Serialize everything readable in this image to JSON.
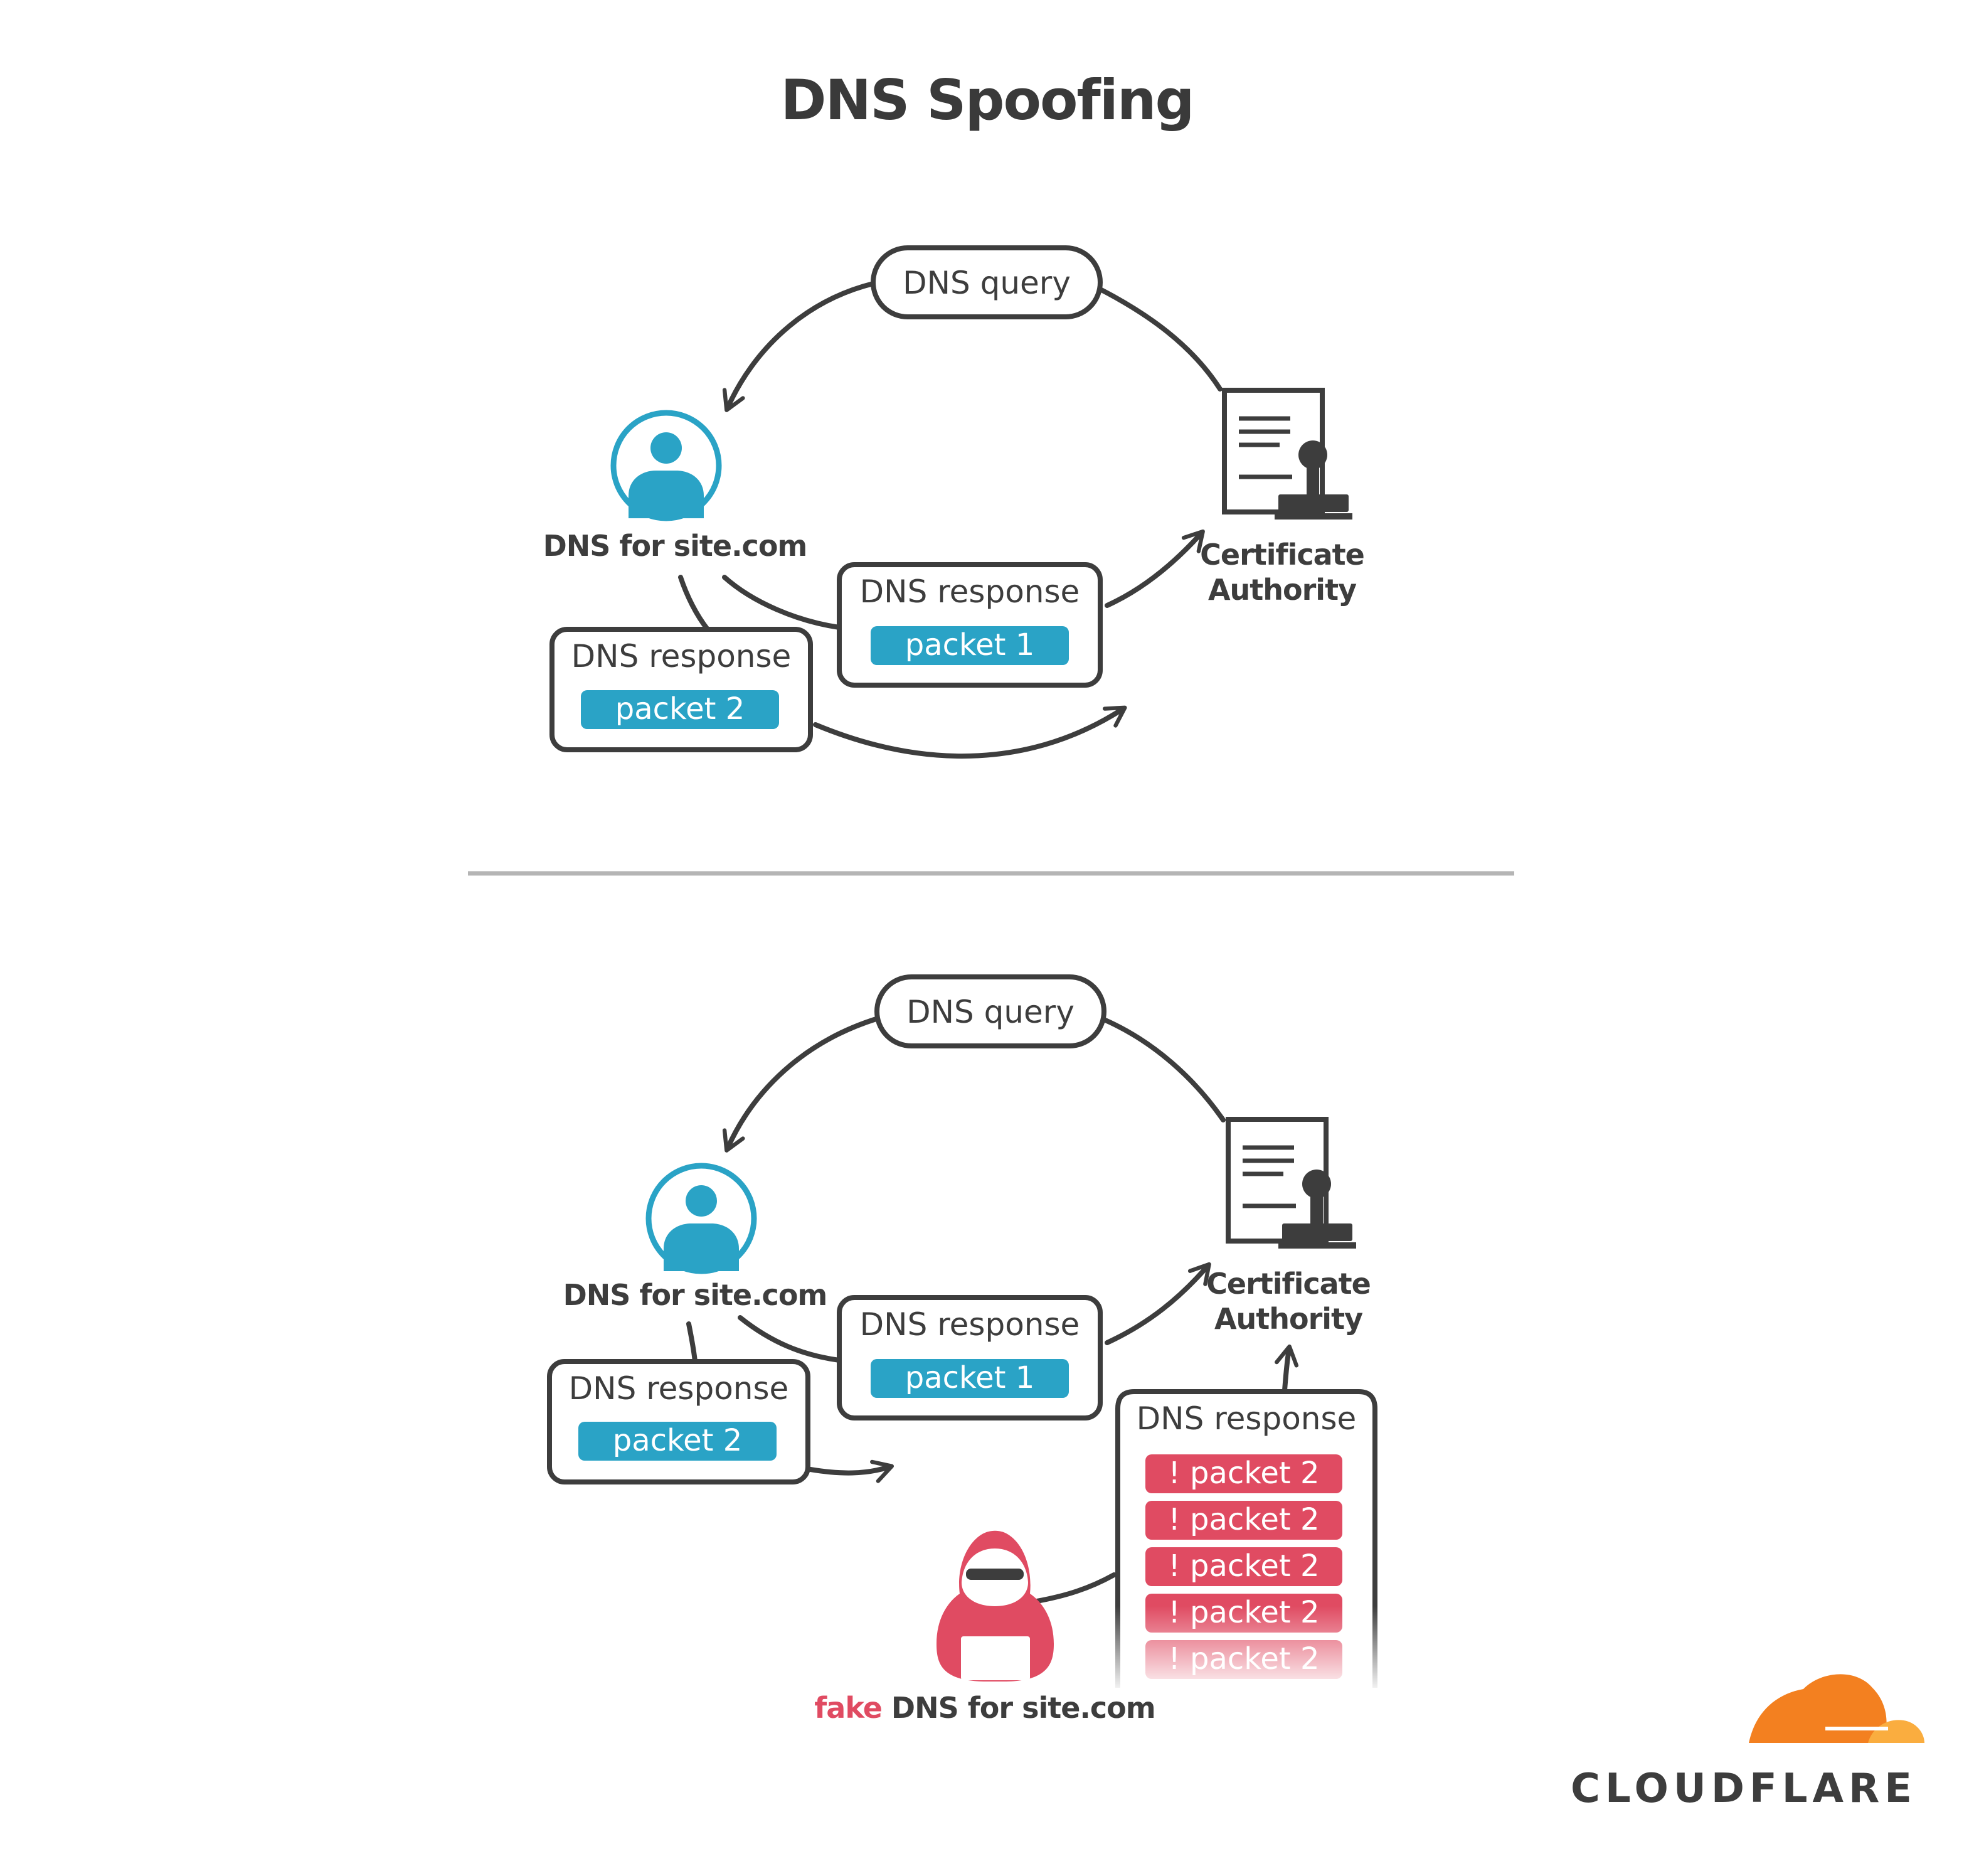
{
  "title": "DNS Spoofing",
  "colors": {
    "dark": "#3d3d3d",
    "blue": "#2aa3c6",
    "red": "#e04b62",
    "orange": "#f38020",
    "orange_light": "#faad3f",
    "divider": "#b5b5b5"
  },
  "top": {
    "query_label": "DNS query",
    "user_label": "DNS for site.com",
    "ca_label_line1": "Certificate",
    "ca_label_line2": "Authority",
    "response1": {
      "title": "DNS response",
      "packet": "packet 1"
    },
    "response2": {
      "title": "DNS response",
      "packet": "packet 2"
    }
  },
  "bottom": {
    "query_label": "DNS query",
    "user_label": "DNS for site.com",
    "ca_label_line1": "Certificate",
    "ca_label_line2": "Authority",
    "response1": {
      "title": "DNS response",
      "packet": "packet 1"
    },
    "response2": {
      "title": "DNS response",
      "packet": "packet 2"
    },
    "fake_response": {
      "title": "DNS response",
      "packets": [
        "! packet 2",
        "! packet 2",
        "! packet 2",
        "! packet 2",
        "! packet 2"
      ]
    },
    "attacker_label_fake": "fake",
    "attacker_label_rest": " DNS for site.com"
  },
  "icons": {
    "user": "user-icon",
    "certificate": "certificate-stamp-icon",
    "attacker": "hooded-hacker-icon",
    "logo": "cloudflare-cloud-logo"
  },
  "logo": {
    "wordmark": "CLOUDFLARE"
  }
}
